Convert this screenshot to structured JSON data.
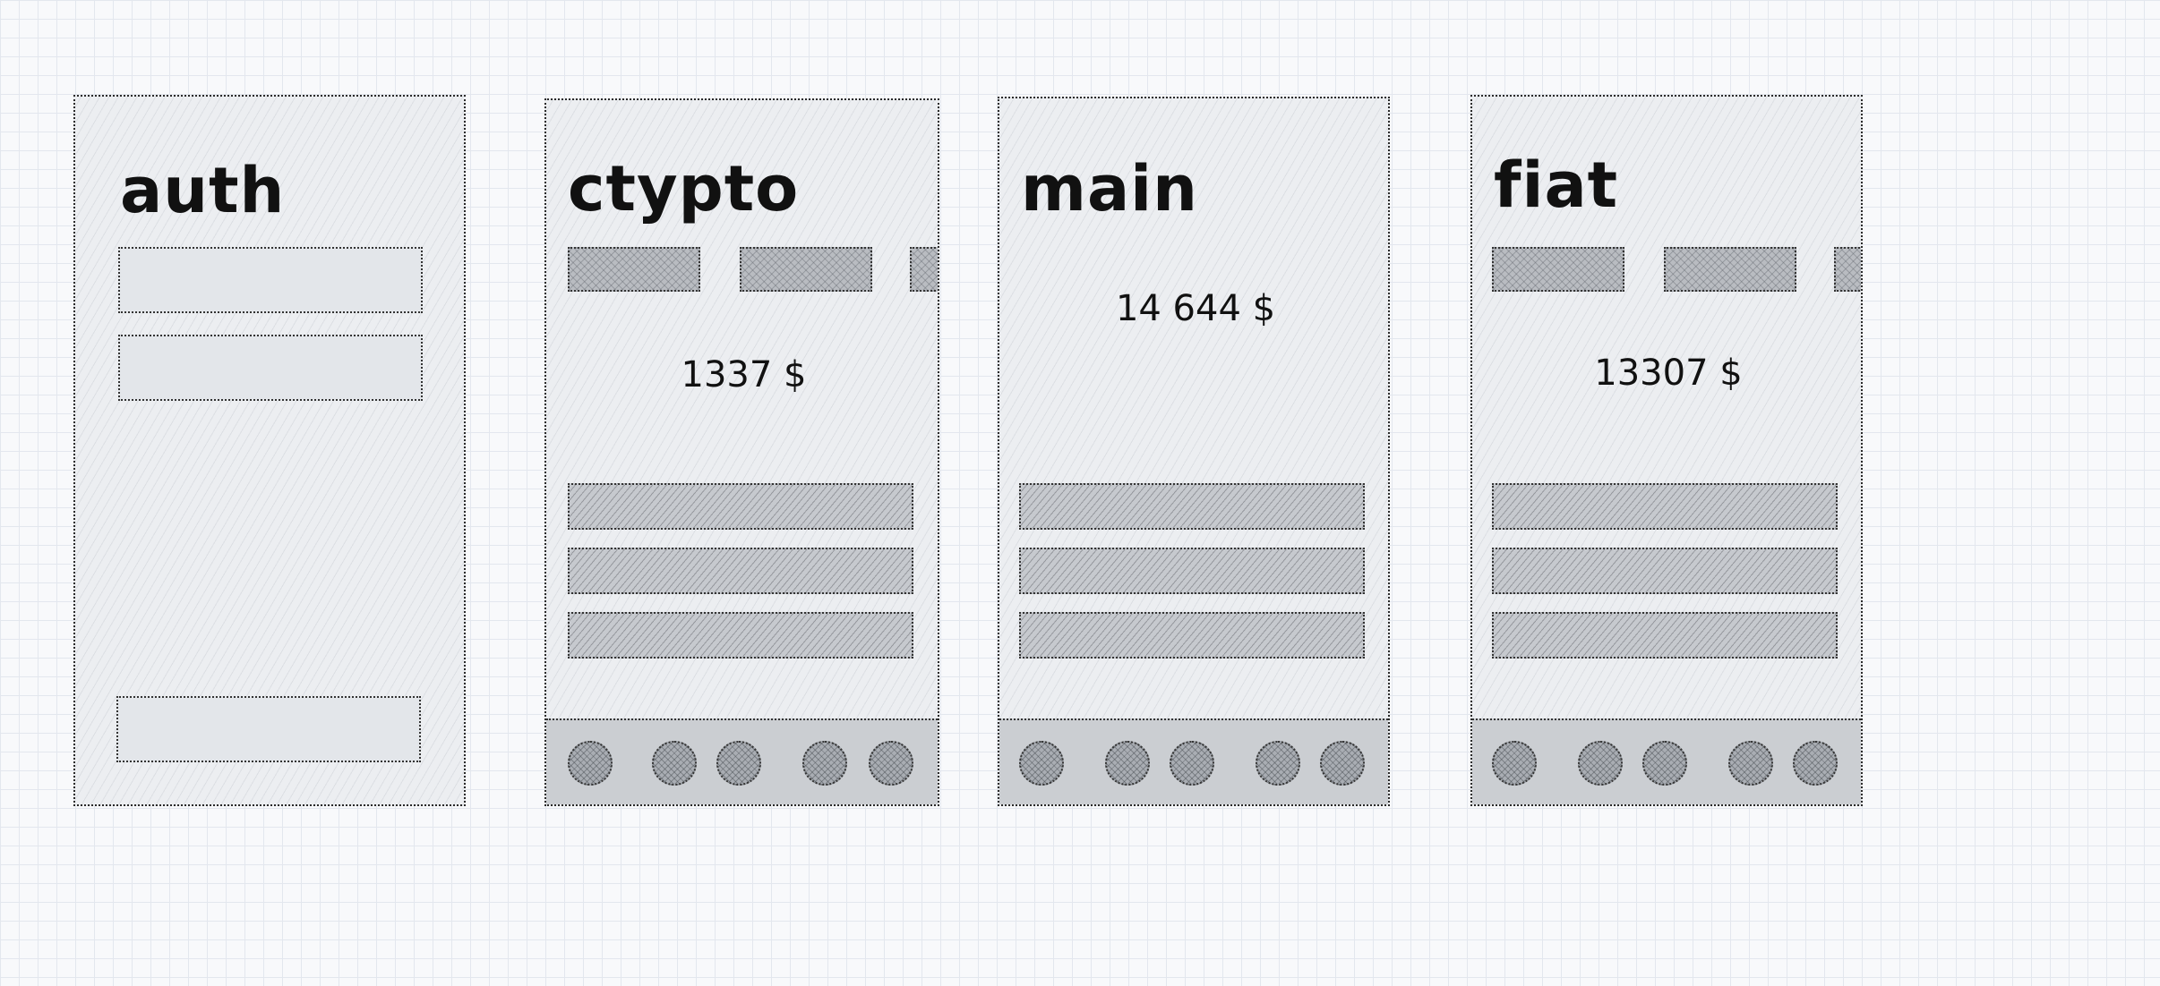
{
  "frames": {
    "auth": {
      "title": "auth"
    },
    "crypto": {
      "title": "ctypto",
      "amount": "1337 $"
    },
    "main": {
      "title": "main",
      "amount": "14 644 $"
    },
    "fiat": {
      "title": "fiat",
      "amount": "13307 $"
    }
  }
}
